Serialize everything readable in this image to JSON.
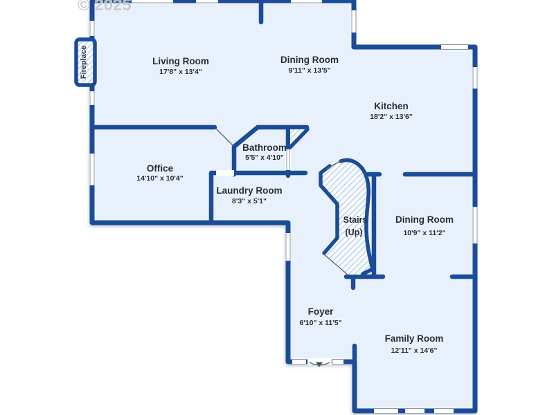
{
  "watermark": "© 2025",
  "colors": {
    "wall": "#1b4c97",
    "floor": "#e8f1fb",
    "hatch_line": "#a9c4e2",
    "hatch_bg": "#f6fafd",
    "label_text": "#2b2b33",
    "watermark_text": "#c7c7c7",
    "background": "#ffffff"
  },
  "rooms": [
    {
      "name": "Living Room",
      "dims": "17'8\" x 13'4\""
    },
    {
      "name": "Dining Room",
      "dims": "9'11\" x 13'5\""
    },
    {
      "name": "Kitchen",
      "dims": "18'2\" x 13'6\""
    },
    {
      "name": "Bathroom",
      "dims": "5'5\" x 4'10\""
    },
    {
      "name": "Office",
      "dims": "14'10\" x 10'4\""
    },
    {
      "name": "Laundry Room",
      "dims": "8'3\" x 5'1\""
    },
    {
      "name": "Stairs",
      "dims": "(Up)"
    },
    {
      "name": "Dining Room",
      "dims": "10'9\" x 11'2\""
    },
    {
      "name": "Foyer",
      "dims": "6'10\" x 11'5\""
    },
    {
      "name": "Family Room",
      "dims": "12'11\" x 14'6\""
    }
  ],
  "features": {
    "fireplace_label": "Fireplace",
    "stairs_direction": "(Up)"
  }
}
